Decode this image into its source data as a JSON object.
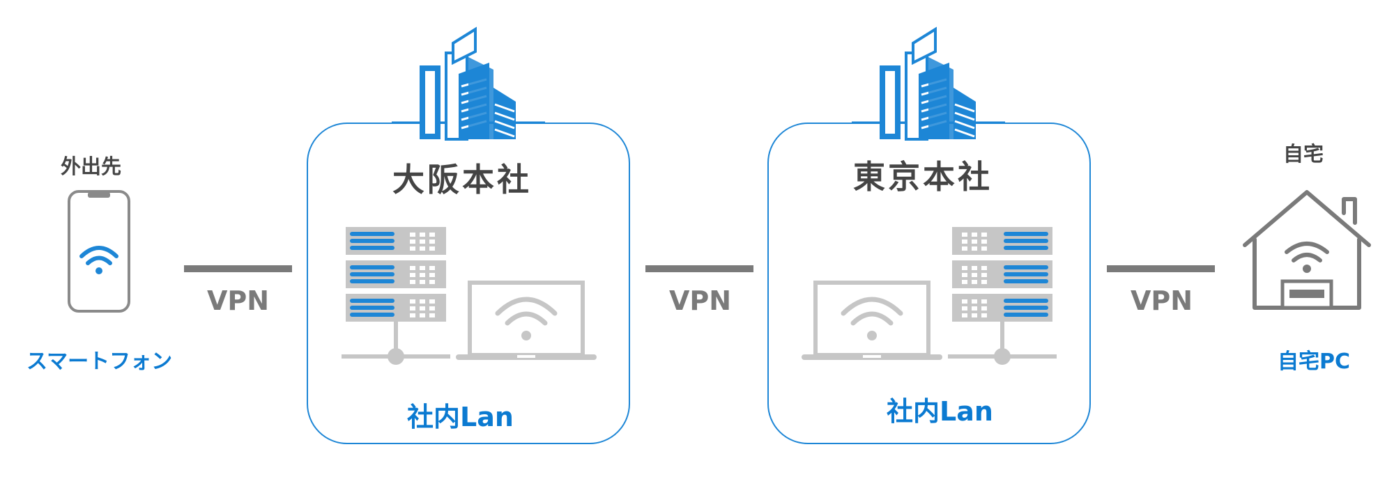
{
  "remote": {
    "location_label": "外出先",
    "device_label": "スマートフォン"
  },
  "links": [
    {
      "label": "VPN"
    },
    {
      "label": "VPN"
    },
    {
      "label": "VPN"
    }
  ],
  "offices": [
    {
      "title": "大阪本社",
      "lan_label": "社内Lan"
    },
    {
      "title": "東京本社",
      "lan_label": "社内Lan"
    }
  ],
  "home": {
    "location_label": "自宅",
    "device_label": "自宅PC"
  },
  "icons": {
    "remote_device": "smartphone-icon",
    "office_building": "building-icon",
    "server_rack": "server-rack-icon",
    "laptop": "laptop-icon",
    "home": "house-icon",
    "wifi": "wifi-icon"
  },
  "colors": {
    "accent_blue": "#1d86d6",
    "label_blue": "#0b7ad1",
    "connector_gray": "#7a7a7a",
    "device_gray": "#c6c6c6",
    "title_dark": "#444444"
  }
}
